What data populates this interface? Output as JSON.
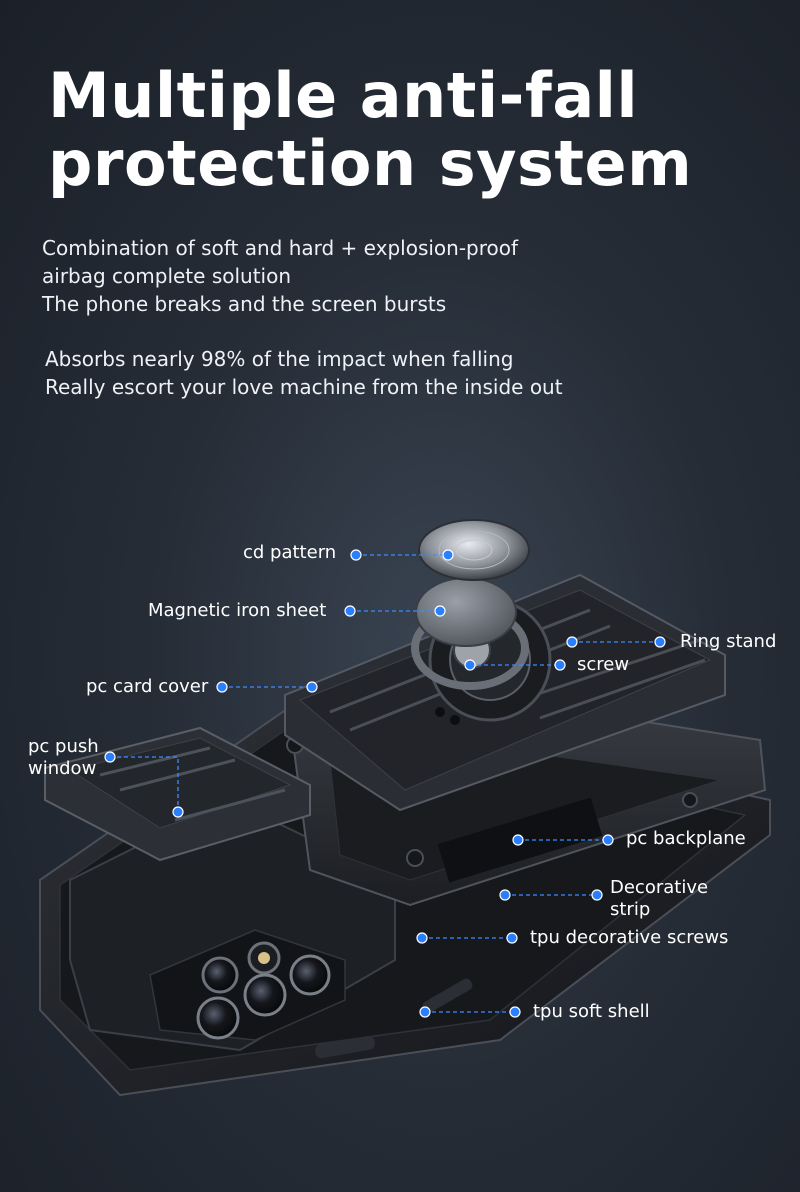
{
  "heading": {
    "line1": "Multiple anti-fall",
    "line2": "protection system"
  },
  "description": {
    "lines": [
      "Combination of soft and hard + explosion-proof",
      "airbag complete solution",
      "The phone breaks and the screen bursts"
    ]
  },
  "tagline": {
    "lines": [
      "Absorbs nearly 98% of the impact when falling",
      "Really escort your love machine from the inside out"
    ]
  },
  "labels": {
    "cd_pattern": "cd pattern",
    "magnetic_iron_sheet": "Magnetic iron sheet",
    "ring_stand": "Ring stand",
    "screw": "screw",
    "pc_card_cover": "pc card cover",
    "pc_push_window": [
      "pc push",
      "window"
    ],
    "pc_backplane": "pc backplane",
    "decorative_strip": [
      "Decorative",
      "strip"
    ],
    "tpu_decorative_screws": "tpu decorative screws",
    "tpu_soft_shell": "tpu soft shell"
  },
  "colors": {
    "callout_dot": "#2a7fff",
    "callout_line": "#3b8cff",
    "case_dark": "#1a1c20",
    "case_mid": "#2b2e34",
    "case_edge": "#4a4e56"
  }
}
